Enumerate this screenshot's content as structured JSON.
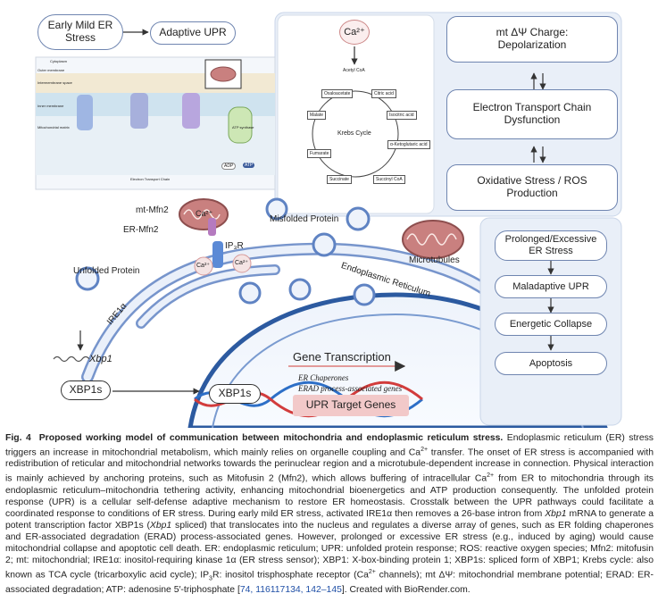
{
  "top_left": {
    "early_stress": "Early Mild ER\nStress",
    "adaptive": "Adaptive UPR"
  },
  "ca_top": "Ca²⁺",
  "right_top": {
    "depolarization": "mt ΔΨ Charge:\nDepolarization",
    "etc": "Electron Transport Chain\nDysfunction",
    "oxidative": "Oxidative Stress / ROS\nProduction"
  },
  "krebs": {
    "center": "Krebs Cycle",
    "acetyl": "Acetyl CoA",
    "nodes": [
      "Oxaloacetate",
      "Citric acid",
      "Isocitric acid",
      "α-Ketoglutaric acid",
      "Succinyl CoA",
      "Succinate",
      "Fumarate",
      "Malate"
    ]
  },
  "etc_inset": {
    "cytoplasm": "Cytoplasm",
    "outer": "Outer membrane",
    "ims": "Intermembrane space",
    "inner": "Inner membrane",
    "matrix": "Mitochondrial matrix",
    "caption": "Electron Transport Chain",
    "atp_synthase": "ATP synthase",
    "adp": "ADP",
    "atp": "ATP"
  },
  "main_labels": {
    "mt_mfn2": "mt-Mfn2",
    "er_mfn2": "ER-Mfn2",
    "ip3r": "IP₃R",
    "ca": "Ca²⁺",
    "misfolded": "Misfolded Protein",
    "unfolded": "Unfolded Protein",
    "ire1": "IRE1α",
    "xbp1": "Xbp1",
    "xbp1s": "XBP1s",
    "er": "Endoplasmic Reticulum",
    "microtubules": "Microtubules"
  },
  "gene": {
    "title": "Gene Transcription",
    "item1": "ER Chaperones",
    "item2": "ERAD process-associated genes",
    "xbp1s": "XBP1s",
    "targets": "UPR Target Genes"
  },
  "right_flow": [
    "Prolonged/Excessive\nER Stress",
    "Maladaptive UPR",
    "Energetic Collapse",
    "Apoptosis"
  ],
  "caption": {
    "label": "Fig. 4",
    "title": "Proposed working model of communication between mitochondria and endoplasmic reticulum stress.",
    "body_1": "Endoplasmic reticulum (ER) stress triggers an increase in mitochondrial metabolism, which mainly relies on organelle coupling and Ca",
    "body_2": " transfer. The onset of ER stress is accompanied with redistribution of reticular and mitochondrial networks towards the perinuclear region and a microtubule-dependent increase in connection. Physical interaction is mainly achieved by anchoring proteins, such as Mitofusin 2 (Mfn2), which allows buffering of intracellular Ca",
    "body_3": " from ER to mitochondria through its endoplasmic reticulum–mitochondria tethering activity, enhancing mitochondrial bioenergetics and ATP production consequently. The unfolded protein response (UPR) is a cellular self-defense adaptive mechanism to restore ER homeostasis. Crosstalk between the UPR pathways could facilitate a coordinated response to conditions of ER stress. During early mild ER stress, activated IRE1α then removes a 26-base intron from ",
    "xbp1_italic": "Xbp1",
    "body_4": " mRNA to generate a potent transcription factor XBP1s (",
    "xbp1_italic2": "Xbp1",
    "body_5": " spliced) that translocates into the nucleus and regulates a diverse array of genes, such as ER folding chaperones and ER-associated degradation (ERAD) process-associated genes. However, prolonged or excessive ER stress (e.g., induced by aging) would cause mitochondrial collapse and apoptotic cell death. ER: endoplasmic reticulum; UPR: unfolded protein response; ROS: reactive oxygen species; Mfn2: mitofusin 2; mt: mitochondrial; IRE1α: inositol-requiring kinase 1α (ER stress sensor); XBP1: X-box-binding protein 1; XBP1s: spliced form of XBP1; Krebs cycle: also known as TCA cycle (tricarboxylic acid cycle); IP",
    "sub3": "3",
    "body_6": "R: inositol trisphosphate receptor (Ca",
    "body_7": " channels); mt ΔΨ: mitochondrial membrane potential; ERAD: ER-associated degradation; ATP: adenosine 5′-triphosphate [",
    "refs": "74, 116117134, 142–145",
    "body_8": "]. Created with BioRender.com.",
    "sup": "2+"
  }
}
